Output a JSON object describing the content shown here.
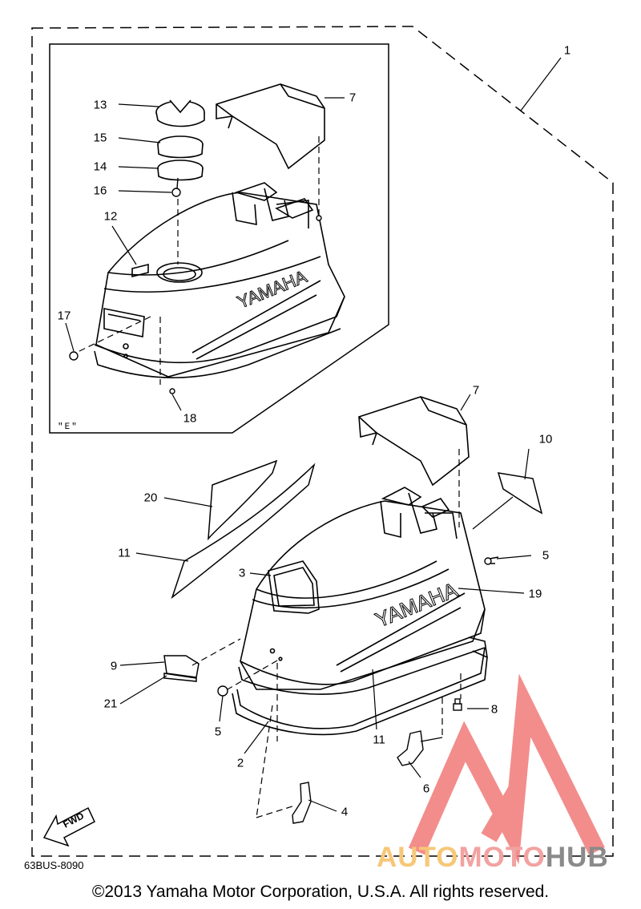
{
  "labels": [
    {
      "id": "1",
      "text": "1"
    },
    {
      "id": "7a",
      "text": "7"
    },
    {
      "id": "13",
      "text": "13"
    },
    {
      "id": "15",
      "text": "15"
    },
    {
      "id": "14",
      "text": "14"
    },
    {
      "id": "16",
      "text": "16"
    },
    {
      "id": "12",
      "text": "12"
    },
    {
      "id": "17",
      "text": "17"
    },
    {
      "id": "18",
      "text": "18"
    },
    {
      "id": "7b",
      "text": "7"
    },
    {
      "id": "10",
      "text": "10"
    },
    {
      "id": "20",
      "text": "20"
    },
    {
      "id": "11a",
      "text": "11"
    },
    {
      "id": "3",
      "text": "3"
    },
    {
      "id": "5a",
      "text": "5"
    },
    {
      "id": "19",
      "text": "19"
    },
    {
      "id": "9",
      "text": "9"
    },
    {
      "id": "21",
      "text": "21"
    },
    {
      "id": "5b",
      "text": "5"
    },
    {
      "id": "8",
      "text": "8"
    },
    {
      "id": "11b",
      "text": "11"
    },
    {
      "id": "2",
      "text": "2"
    },
    {
      "id": "6",
      "text": "6"
    },
    {
      "id": "4",
      "text": "4"
    }
  ],
  "brand_text": "YAMAHA",
  "inset_mark": "\"E\"",
  "fwd_label": "FWD",
  "part_code": "63BUS-8090",
  "copyright": "©2013 Yamaha Motor Corporation, U.S.A. All rights reserved.",
  "watermark": {
    "part1": "AUTO",
    "part2": "MOTO",
    "part3": "HUB"
  },
  "colors": {
    "line": "#000000",
    "watermark_red": "#f07a78",
    "watermark_orange": "#f7c778",
    "watermark_gray": "#8a8a8a"
  }
}
